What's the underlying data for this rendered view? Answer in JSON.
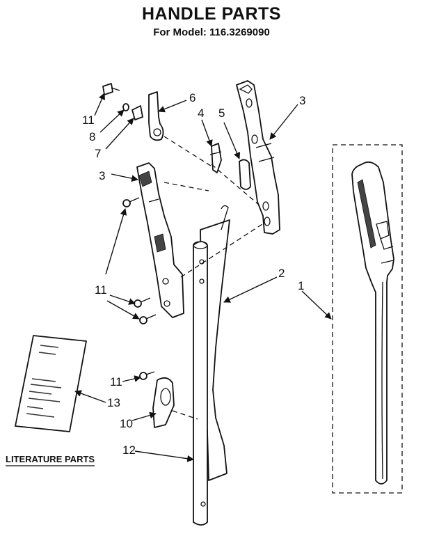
{
  "header": {
    "title": "HANDLE PARTS",
    "subtitle": "For Model: 116.3269090"
  },
  "callouts": {
    "c1": "1",
    "c2": "2",
    "c3a": "3",
    "c3b": "3",
    "c4": "4",
    "c5": "5",
    "c6": "6",
    "c7": "7",
    "c8": "8",
    "c10": "10",
    "c11a": "11",
    "c11b": "11",
    "c11c": "11",
    "c12": "12",
    "c13": "13"
  },
  "literature": {
    "label": "LITERATURE PARTS"
  }
}
